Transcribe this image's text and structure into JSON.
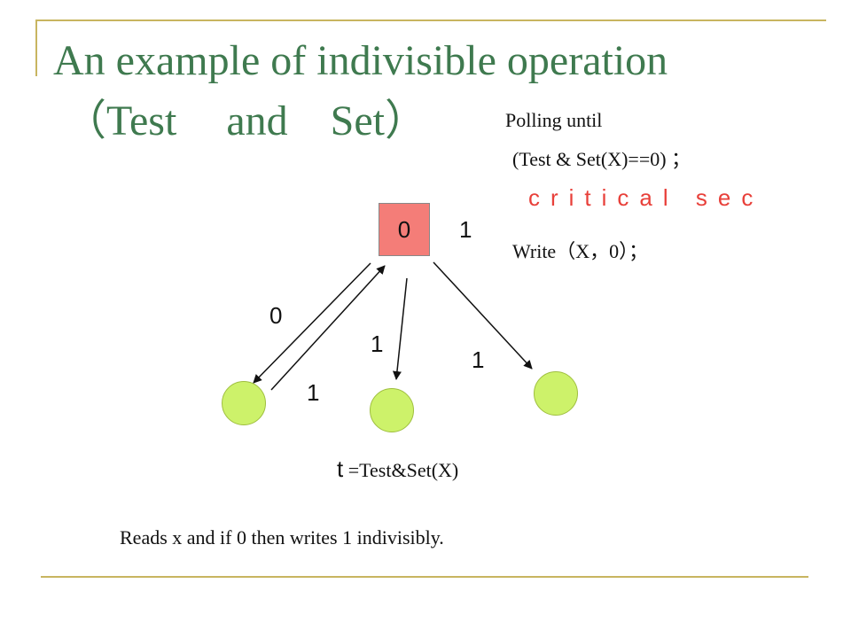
{
  "title": {
    "line1": "An example of indivisible operation",
    "line2_open": "（",
    "line2_word1": "Test",
    "line2_word2": "and",
    "line2_word3": "Set",
    "line2_close": "）"
  },
  "code": {
    "line1": "Polling until",
    "line2": "(Test & Set(X)==0) ；",
    "critical": "critical sec",
    "write": "Write（X，0）；"
  },
  "diagram": {
    "box_value": "0",
    "box_side_label": "1",
    "arrow_labels": {
      "left_down": "0",
      "left_up": "1",
      "middle": "1",
      "right": "1"
    },
    "formula_var": "t",
    "formula_rest": " =Test&Set(X)"
  },
  "caption": "Reads x and if 0 then writes 1 indivisibly.",
  "colors": {
    "title": "#3f7a4f",
    "accent_lines": "#c8b560",
    "box_fill": "#f47d78",
    "node_fill": "#cdf26a",
    "critical_text": "#e8403a"
  }
}
